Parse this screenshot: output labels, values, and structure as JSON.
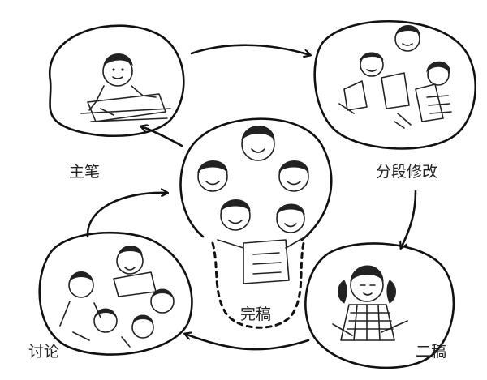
{
  "diagram": {
    "nodes": {
      "author": {
        "label": "主笔"
      },
      "revise": {
        "label": "分段修改"
      },
      "second_draft": {
        "label": "二稿"
      },
      "discuss": {
        "label": "讨论"
      },
      "final": {
        "label": "完稿"
      }
    },
    "edges": [
      {
        "from": "author",
        "to": "revise"
      },
      {
        "from": "revise",
        "to": "second_draft"
      },
      {
        "from": "second_draft",
        "to": "discuss"
      },
      {
        "from": "discuss",
        "to": "final"
      },
      {
        "from": "final",
        "to": "author"
      }
    ]
  },
  "colors": {
    "ink": "#111111",
    "background": "#ffffff"
  }
}
